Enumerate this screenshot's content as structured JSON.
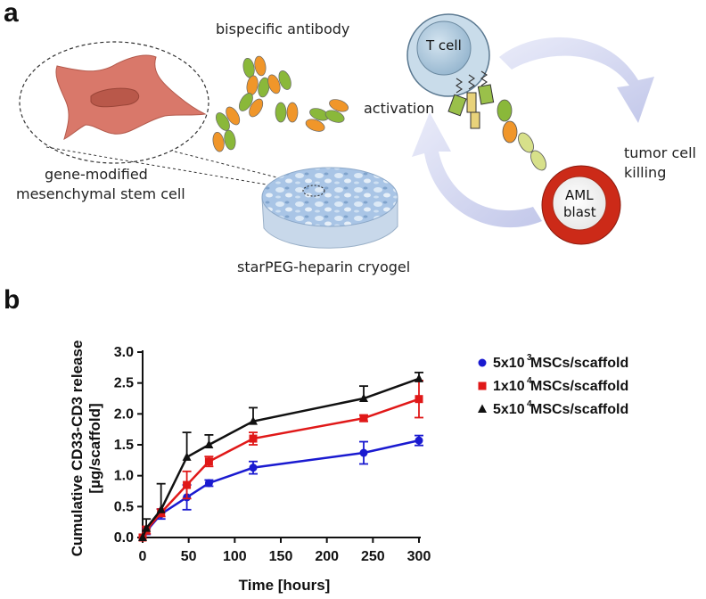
{
  "panel_a": {
    "letter": "a",
    "labels": {
      "bispecific_antibody": "bispecific antibody",
      "activation": "activation",
      "msc_line1": "gene-modified",
      "msc_line2": "mesenchymal stem cell",
      "cryogel": "starPEG-heparin cryogel",
      "t_cell": "T cell",
      "aml_line1": "AML",
      "aml_line2": "blast",
      "killing_line1": "tumor cell",
      "killing_line2": "killing"
    },
    "colors": {
      "msc_fill": "#d9786a",
      "t_cell_fill": "#a8c6dc",
      "aml_outer": "#cc2a18",
      "antibody_green": "#8ab83a",
      "antibody_orange": "#f0962a",
      "arrow_fill": "#c8ccec"
    }
  },
  "panel_b": {
    "letter": "b",
    "legend": [
      {
        "base": "5x10",
        "sup": "3",
        "rest": " MSCs/scaffold",
        "color": "#1a1ad0",
        "marker": "circle"
      },
      {
        "base": "1x10",
        "sup": "4",
        "rest": " MSCs/scaffold",
        "color": "#e01818",
        "marker": "square"
      },
      {
        "base": "5x10",
        "sup": "4",
        "rest": " MSCs/scaffold",
        "color": "#111111",
        "marker": "triangle"
      }
    ]
  },
  "chart_data": {
    "type": "line",
    "xlabel": "Time [hours]",
    "ylabel_line1": "Cumulative CD33-CD3 release",
    "ylabel_line2": "[µg/scaffold]",
    "xlim": [
      0,
      300
    ],
    "ylim": [
      0,
      3.0
    ],
    "xticks": [
      0,
      50,
      100,
      150,
      200,
      250,
      300
    ],
    "yticks": [
      0.0,
      0.5,
      1.0,
      1.5,
      2.0,
      2.5,
      3.0
    ],
    "ytick_labels": [
      "0.0",
      "0.5",
      "1.0",
      "1.5",
      "2.0",
      "2.5",
      "3.0"
    ],
    "xtick_labels": [
      "0",
      "50",
      "100",
      "150",
      "200",
      "250",
      "300"
    ],
    "x": [
      0,
      4,
      20,
      48,
      72,
      120,
      240,
      300
    ],
    "series": [
      {
        "name": "5x10^3 MSCs/scaffold",
        "color": "#1a1ad0",
        "marker": "circle",
        "values": [
          0.0,
          0.1,
          0.38,
          0.65,
          0.88,
          1.13,
          1.37,
          1.57
        ],
        "errors": [
          0.0,
          0.05,
          0.08,
          0.2,
          0.05,
          0.1,
          0.18,
          0.08
        ]
      },
      {
        "name": "1x10^4 MSCs/scaffold",
        "color": "#e01818",
        "marker": "square",
        "values": [
          0.0,
          0.12,
          0.4,
          0.85,
          1.23,
          1.6,
          1.93,
          2.24
        ],
        "errors": [
          0.0,
          0.06,
          0.06,
          0.22,
          0.08,
          0.1,
          0.05,
          0.3
        ]
      },
      {
        "name": "5x10^4 MSCs/scaffold",
        "color": "#111111",
        "marker": "triangle",
        "values": [
          0.0,
          0.15,
          0.45,
          1.3,
          1.5,
          1.88,
          2.25,
          2.57
        ],
        "errors": [
          0.0,
          0.15,
          0.42,
          0.4,
          0.16,
          0.22,
          0.2,
          0.1
        ]
      }
    ]
  }
}
